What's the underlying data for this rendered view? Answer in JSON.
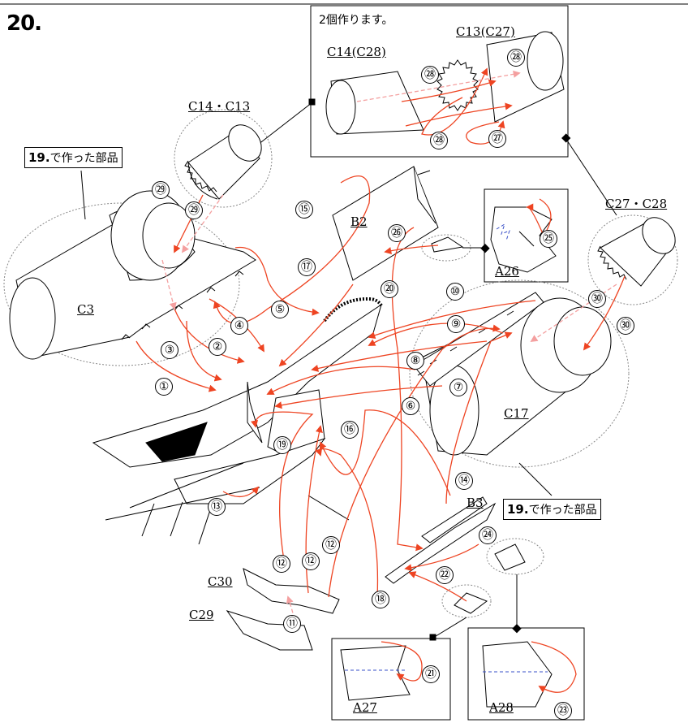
{
  "step": "20.",
  "note": "2個作ります。",
  "made_in": {
    "ref": "19.",
    "text": "で作った部品"
  },
  "parts": {
    "c14_c13": "C14・C13",
    "c27_c28": "C27・C28",
    "c14_c28": "C14(C28)",
    "c13_c27": "C13(C27)",
    "c3": "C3",
    "b2": "B2",
    "a26": "A26",
    "c17": "C17",
    "b3": "B3",
    "c30": "C30",
    "c29": "C29",
    "a27": "A27",
    "a28": "A28"
  },
  "steps": [
    "①",
    "②",
    "③",
    "④",
    "⑤",
    "⑥",
    "⑦",
    "⑧",
    "⑨",
    "⑩",
    "⑪",
    "⑫",
    "⑬",
    "⑭",
    "⑮",
    "⑯",
    "⑰",
    "⑱",
    "⑲",
    "⑳",
    "㉑",
    "㉒",
    "㉓",
    "㉔",
    "㉕",
    "㉖",
    "㉗",
    "㉘",
    "㉙",
    "㉚"
  ],
  "colors": {
    "arrow": "#ee4422",
    "arrow_light": "#f4a0a0",
    "guide": "#3a50c8",
    "line": "#000000"
  }
}
